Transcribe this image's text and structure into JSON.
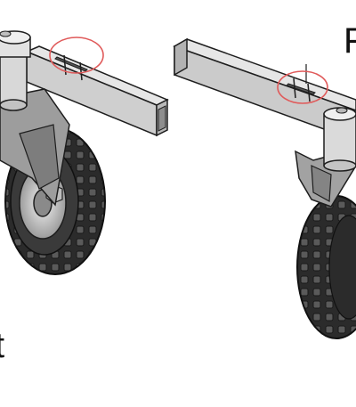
{
  "captions": {
    "right_view": "F",
    "left_view": "t"
  },
  "colors": {
    "tire": "#2b2b2b",
    "tire_tread": "#6a6a6a",
    "steel": "#d4d4d4",
    "steel_shade": "#9a9a9a",
    "outline": "#1e1e1e",
    "highlight_circle": "#e05a5a"
  },
  "figures": [
    {
      "name": "left-caster-assembly",
      "highlight": "tube-slot"
    },
    {
      "name": "right-caster-assembly",
      "highlight": "tube-slot"
    }
  ]
}
